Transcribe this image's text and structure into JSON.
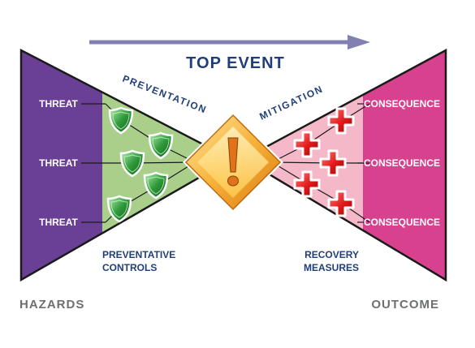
{
  "top_event": "TOP EVENT",
  "left_band": "PREVENTATION",
  "right_band": "MITIGATION",
  "threats": [
    "THREAT",
    "THREAT",
    "THREAT"
  ],
  "consequences": [
    "CONSEQUENCE",
    "CONSEQUENCE",
    "CONSEQUENCE"
  ],
  "preventative_controls": [
    "PREVENTATIVE",
    "CONTROLS"
  ],
  "recovery_measures": [
    "RECOVERY",
    "MEASURES"
  ],
  "hazards": "HAZARDS",
  "outcome": "OUTCOME",
  "icons": {
    "barrier": "shield-check-icon",
    "recovery": "medical-cross-icon",
    "event": "warning-exclamation-icon"
  },
  "colors": {
    "hazard_purple": "#6a3f96",
    "prevention_green": "#a9cf8b",
    "mitigation_pink": "#f5b8c9",
    "consequence_magenta": "#d8418d",
    "warning_orange": "#f5a623",
    "navy_text": "#1f3f7a",
    "arrow": "#8080b3"
  }
}
